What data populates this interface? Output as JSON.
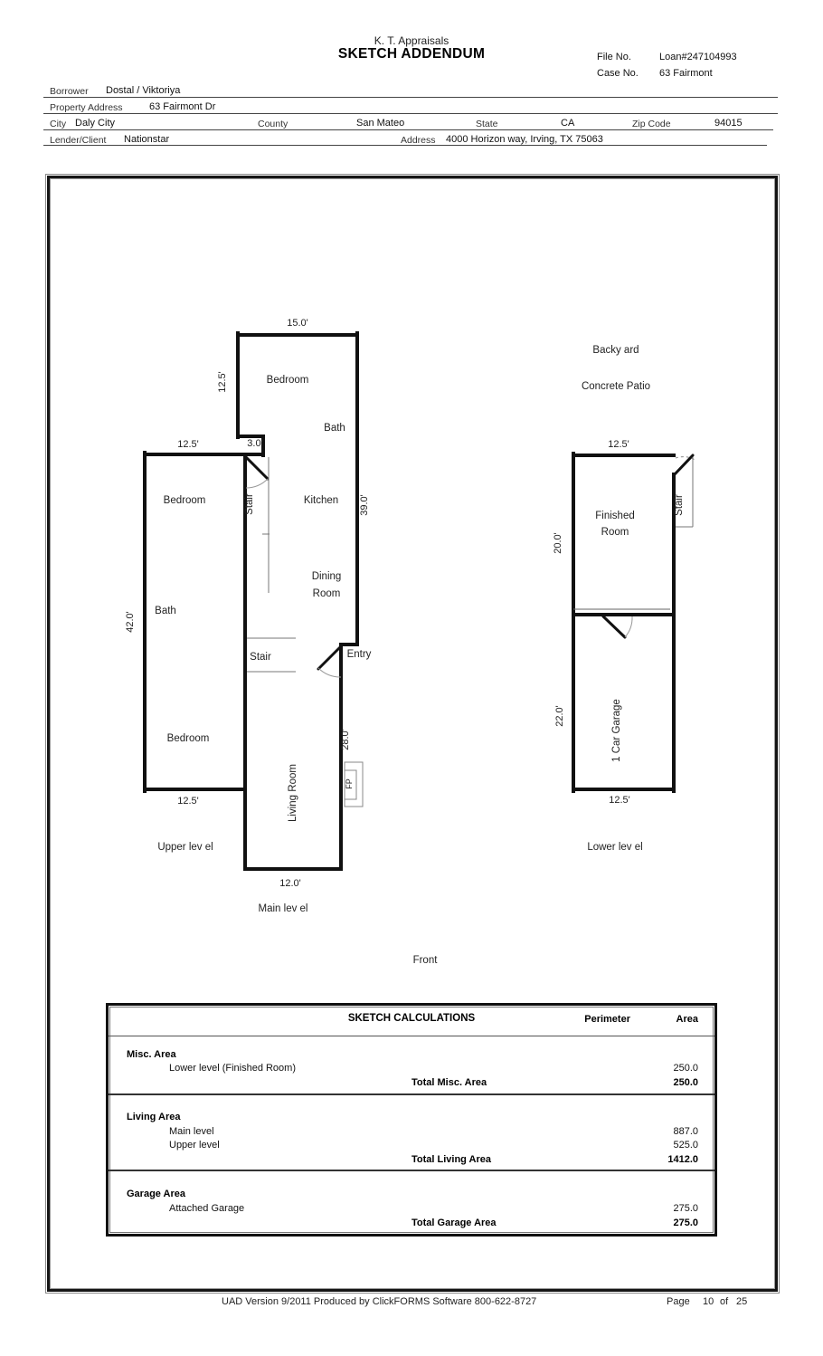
{
  "header": {
    "company": "K. T. Appraisals",
    "title": "SKETCH ADDENDUM",
    "file": {
      "label": "File No.",
      "value": "Loan#247104993"
    },
    "case": {
      "label": "Case No.",
      "value": "63 Fairmont"
    },
    "rows": {
      "borrower": {
        "label": "Borrower",
        "value": "Dostal / Viktoriya"
      },
      "property": {
        "label": "Property Address",
        "value": "63 Fairmont Dr"
      },
      "city": {
        "label": "City",
        "value": "Daly City"
      },
      "county": {
        "label": "County",
        "value": "San Mateo"
      },
      "state": {
        "label": "State",
        "value": "CA"
      },
      "zip": {
        "label": "Zip Code",
        "value": "94015"
      },
      "lender": {
        "label": "Lender/Client",
        "value": "Nationstar"
      },
      "address": {
        "label": "Address",
        "value": "4000 Horizon way, Irving, TX 75063"
      }
    }
  },
  "sketch": {
    "line_color": "#111111",
    "plan_main": {
      "dim_top": "15.0'",
      "dim_left_upper": "12.5'",
      "bedroom_top": "Bedroom",
      "bath_top": "Bath",
      "dim_jog": "3.0'",
      "stair_upper": "Stair",
      "kitchen": "Kitchen",
      "dim_right": "39.0'",
      "dining_line1": "Dining",
      "dining_line2": "Room",
      "stair_lower": "Stair",
      "entry": "Entry",
      "dim_living": "28.0'",
      "living_room": "Living Room",
      "fireplace": "FP",
      "dim_bottom": "12.0'",
      "caption": "Main lev el"
    },
    "plan_upper": {
      "dim_top": "12.5'",
      "bedroom_upper": "Bedroom",
      "bath": "Bath",
      "dim_left": "42.0'",
      "bedroom_lower": "Bedroom",
      "dim_bottom": "12.5'",
      "caption": "Upper lev el"
    },
    "plan_lower": {
      "backyard": "Backy ard",
      "concrete_patio": "Concrete Patio",
      "dim_top": "12.5'",
      "finished_line1": "Finished",
      "finished_line2": "Room",
      "stair": "Stair",
      "dim_finished": "20.0'",
      "dim_garage": "22.0'",
      "garage": "1 Car Garage",
      "dim_bottom": "12.5'",
      "caption": "Lower lev el"
    },
    "front_caption": "Front"
  },
  "calculations": {
    "title": "SKETCH CALCULATIONS",
    "perimeter_col": "Perimeter",
    "area_col": "Area",
    "sections": [
      {
        "name": "Misc. Area",
        "rows": [
          {
            "label": "Lower level (Finished Room)",
            "area": "250.0"
          }
        ],
        "total_label": "Total Misc. Area",
        "total": "250.0"
      },
      {
        "name": "Living Area",
        "rows": [
          {
            "label": "Main level",
            "area": "887.0"
          },
          {
            "label": "Upper level",
            "area": "525.0"
          }
        ],
        "total_label": "Total Living Area",
        "total": "1412.0"
      },
      {
        "name": "Garage Area",
        "rows": [
          {
            "label": "Attached Garage",
            "area": "275.0"
          }
        ],
        "total_label": "Total Garage Area",
        "total": "275.0"
      }
    ]
  },
  "footer": {
    "produced_by": "UAD Version 9/2011 Produced by ClickFORMS Software 800-622-8727",
    "page_label": "Page",
    "page": "10",
    "of_label": "of",
    "total_pages": "25"
  }
}
